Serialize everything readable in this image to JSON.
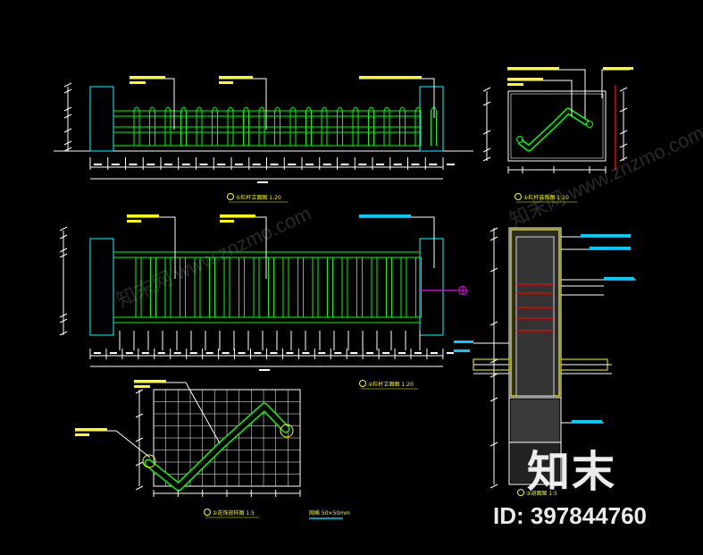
{
  "colors": {
    "background": "#000000",
    "outline": "#00ffff",
    "rail": "#00ff00",
    "dimension": "#ffffff",
    "label": "#ffff00",
    "accent": "#ff00ff",
    "section_red": "#ff0000",
    "label_blue": "#00ccff"
  },
  "drawings": [
    {
      "id": "fence-elevation-top",
      "title": "①栏杆立面图 1:20"
    },
    {
      "id": "panel-detail-small",
      "title": "①栏杆装饰图 1:10"
    },
    {
      "id": "fence-elevation-bottom",
      "title": "②栏杆立面图 1:20"
    },
    {
      "id": "grid-pattern-detail",
      "title": "①花饰放样图 1:5"
    },
    {
      "id": "section-detail",
      "title": "③剖面图 1:5"
    }
  ],
  "grid_note": "网格 50×50mm",
  "watermark": {
    "brand": "知末",
    "id_text": "ID: 397844760",
    "diagonal_text": "知末网 www.znzmo.com"
  }
}
